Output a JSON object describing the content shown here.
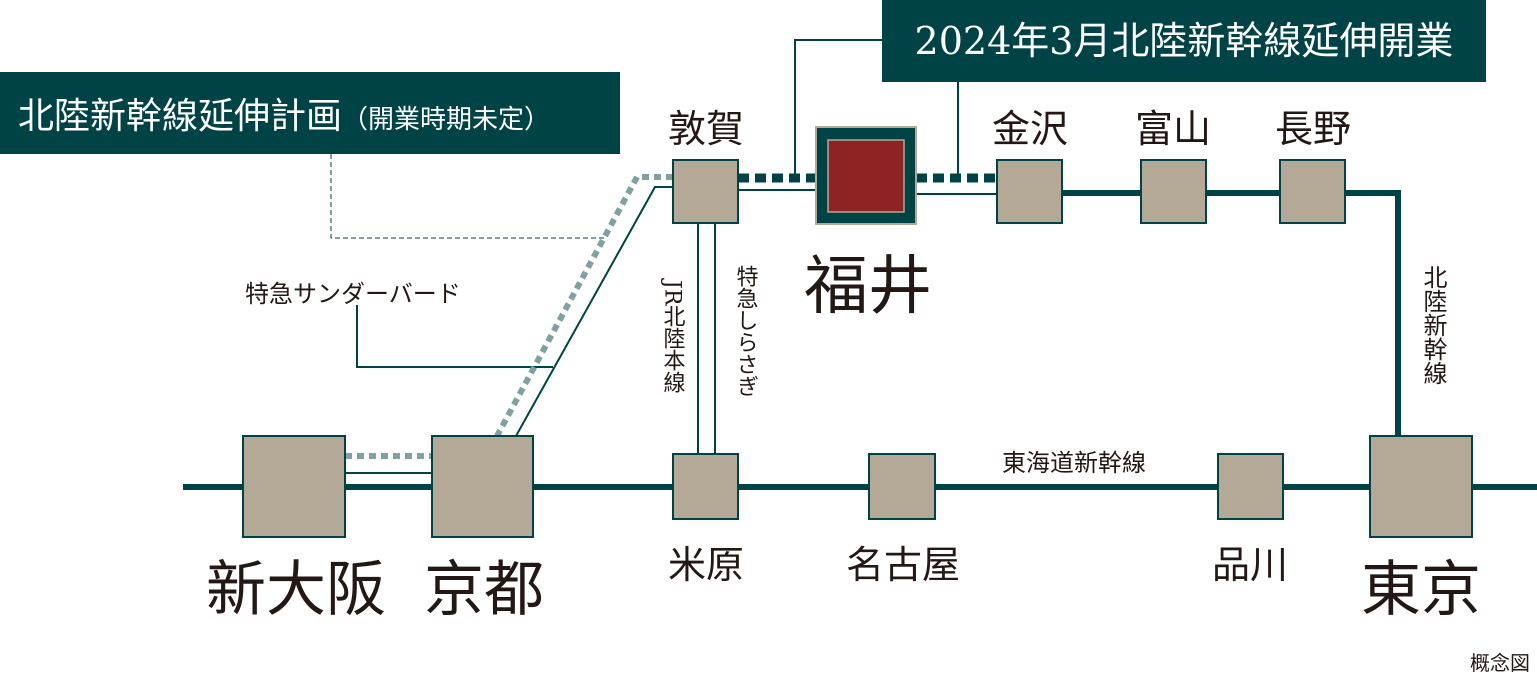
{
  "colors": {
    "line": "#004346",
    "station": "#b3a996",
    "fukui": "#8e2323",
    "planned": "#80a0a2"
  },
  "labels": {
    "extension_opening": "2024年3月北陸新幹線延伸開業",
    "extension_plan": "北陸新幹線延伸計画",
    "extension_plan_note": "（開業時期未定）",
    "thunderbird": "特急サンダーバード",
    "jr_hokuriku_line": "JR北陸本線",
    "shirasagi": "特急しらさぎ",
    "hokuriku_shinkansen": "北陸新幹線",
    "tokaido_shinkansen": "東海道新幹線",
    "concept": "概念図"
  },
  "stations": {
    "tsuruga": "敦賀",
    "fukui": "福井",
    "kanazawa": "金沢",
    "toyama": "富山",
    "nagano": "長野",
    "shin_osaka": "新大阪",
    "kyoto": "京都",
    "maibara": "米原",
    "nagoya": "名古屋",
    "shinagawa": "品川",
    "tokyo": "東京"
  }
}
